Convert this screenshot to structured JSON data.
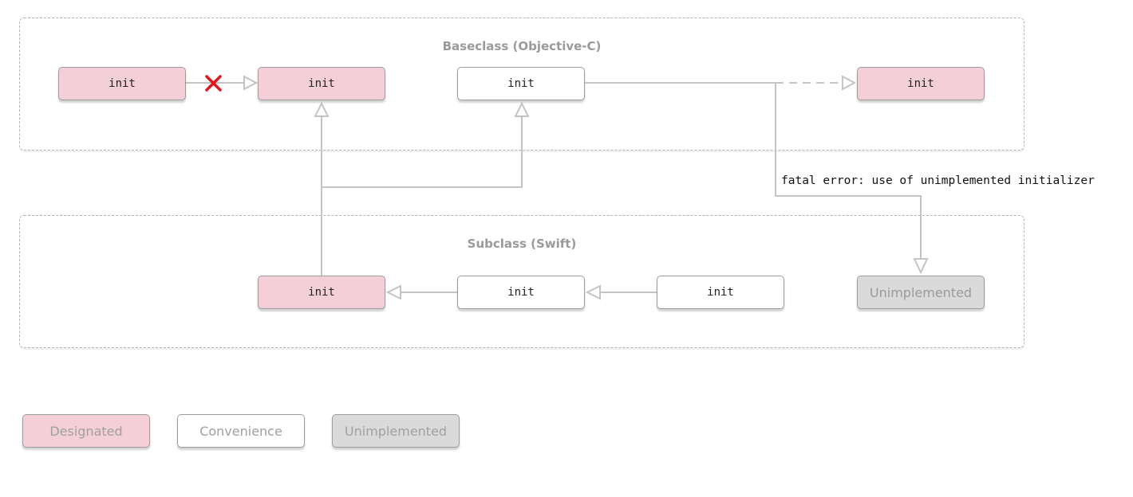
{
  "groups": {
    "baseclass": {
      "title": "Baseclass (Objective-C)"
    },
    "subclass": {
      "title": "Subclass (Swift)"
    }
  },
  "nodes": {
    "base_init_1": {
      "label": "init",
      "kind": "designated"
    },
    "base_init_2": {
      "label": "init",
      "kind": "designated"
    },
    "base_init_3": {
      "label": "init",
      "kind": "convenience"
    },
    "base_init_4": {
      "label": "init",
      "kind": "designated"
    },
    "sub_init_1": {
      "label": "init",
      "kind": "designated"
    },
    "sub_init_2": {
      "label": "init",
      "kind": "convenience"
    },
    "sub_init_3": {
      "label": "init",
      "kind": "convenience"
    },
    "sub_unimplemented": {
      "label": "Unimplemented",
      "kind": "unimplemented"
    }
  },
  "annotations": {
    "fatal_error": "fatal error: use of unimplemented initializer"
  },
  "legend": {
    "designated": "Designated",
    "convenience": "Convenience",
    "unimplemented": "Unimplemented"
  },
  "colors": {
    "designated": "#f4cfd7",
    "convenience": "#ffffff",
    "unimplemented": "#dadada",
    "edge": "#c4c4c4",
    "cross": "#e8121b"
  },
  "edges": [
    {
      "from": "base_init_1",
      "to": "base_init_2",
      "style": "solid",
      "blocked": true
    },
    {
      "from": "base_init_3",
      "to": "base_init_4",
      "style": "dashed"
    },
    {
      "from": "sub_init_1",
      "to": "base_init_2",
      "style": "solid"
    },
    {
      "from": "sub_init_1",
      "to": "base_init_3",
      "style": "solid"
    },
    {
      "from": "sub_init_2",
      "to": "sub_init_1",
      "style": "solid"
    },
    {
      "from": "sub_init_3",
      "to": "sub_init_2",
      "style": "solid"
    },
    {
      "from": "base_init_3",
      "to": "sub_unimplemented",
      "style": "solid"
    }
  ]
}
